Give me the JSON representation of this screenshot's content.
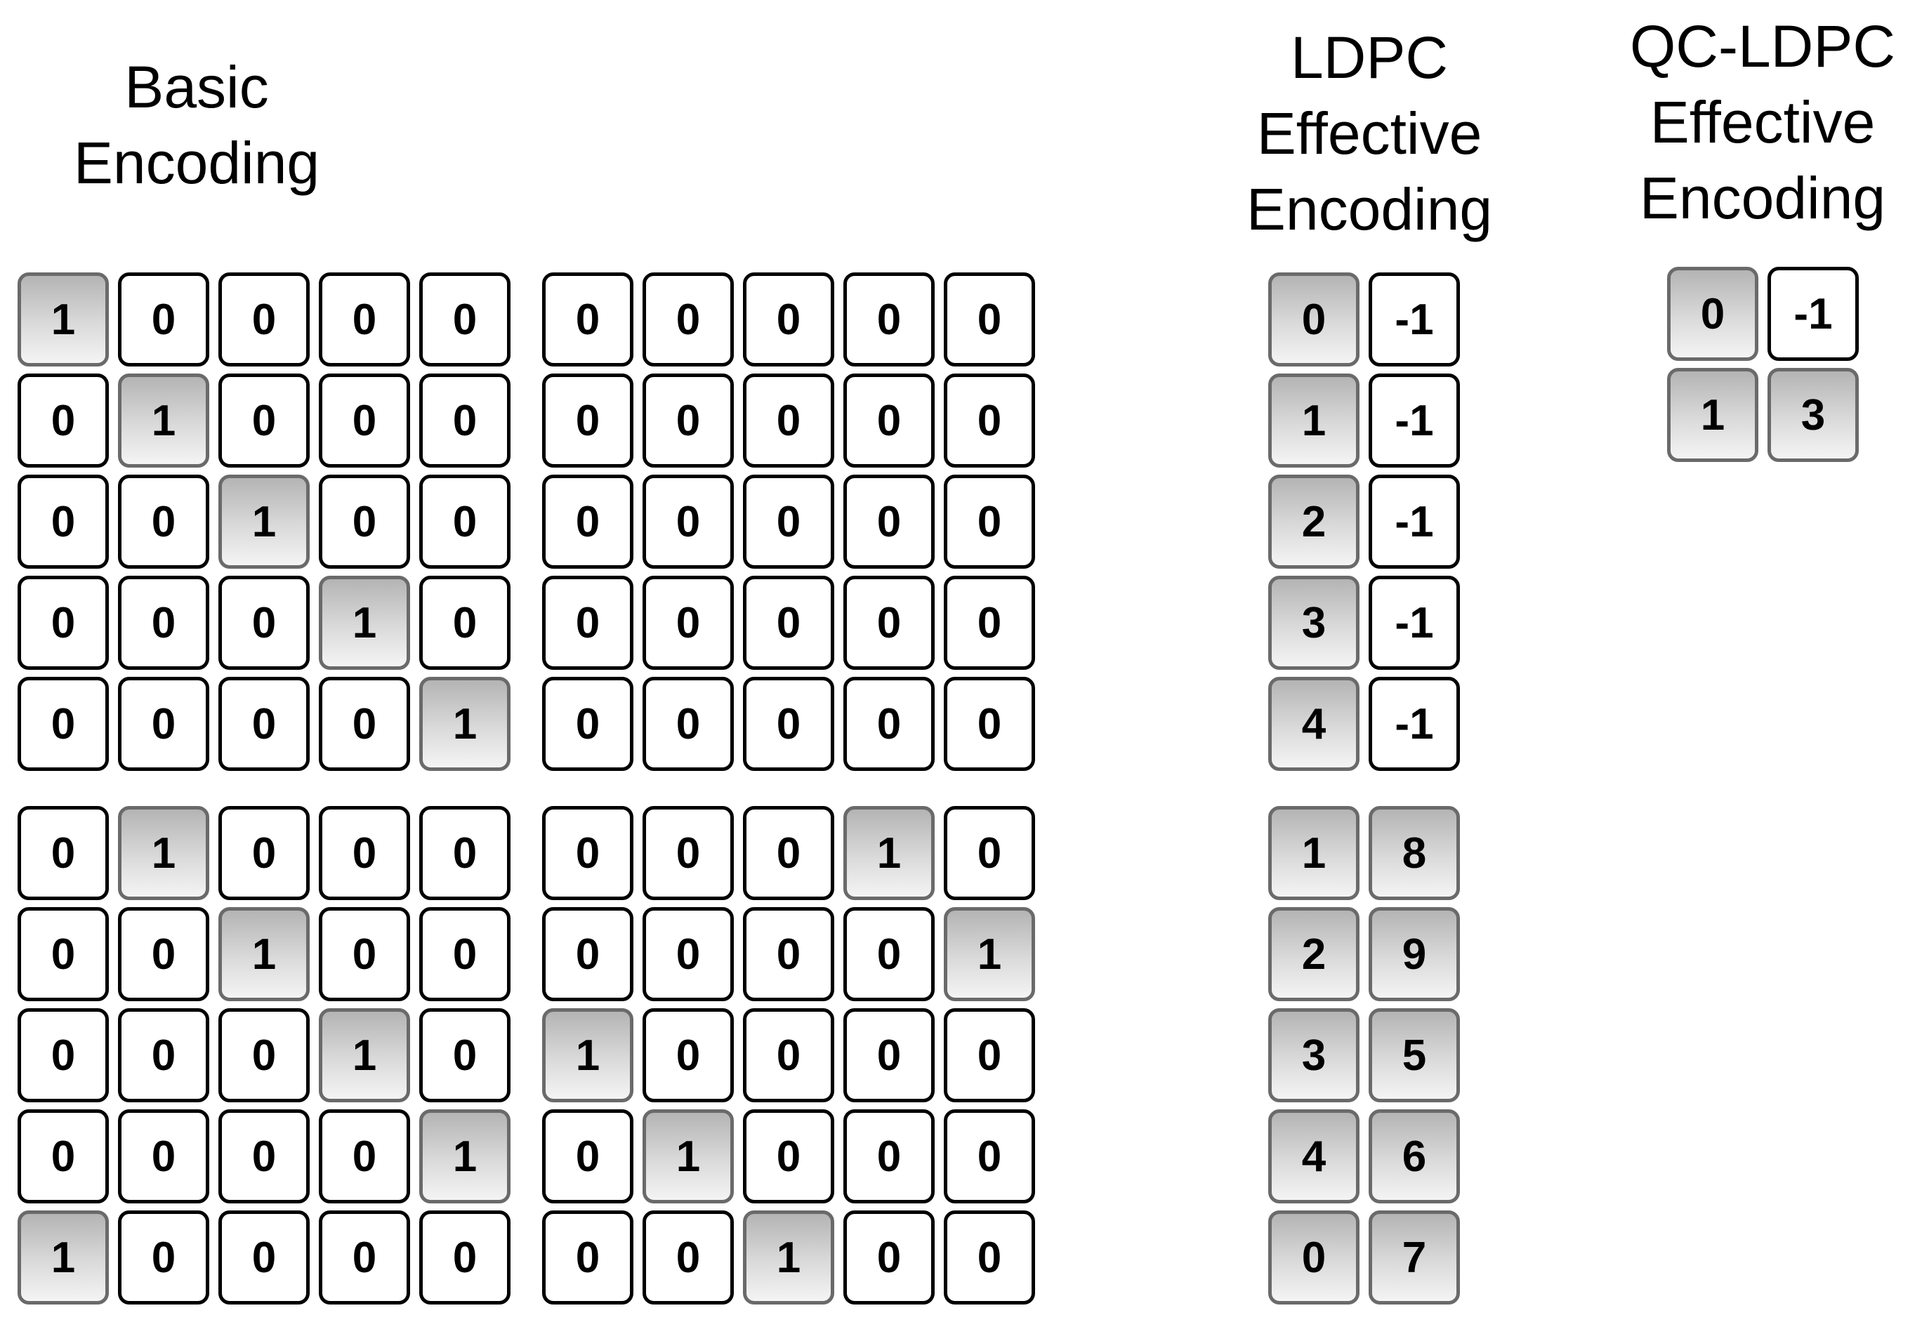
{
  "titles": {
    "basic": [
      "Basic",
      "Encoding"
    ],
    "ldpc": [
      "LDPC",
      "Effective",
      "Encoding"
    ],
    "qc": [
      "QC-LDPC",
      "Effective",
      "Encoding"
    ]
  },
  "basic_top_left": [
    [
      "1",
      "0",
      "0",
      "0",
      "0"
    ],
    [
      "0",
      "1",
      "0",
      "0",
      "0"
    ],
    [
      "0",
      "0",
      "1",
      "0",
      "0"
    ],
    [
      "0",
      "0",
      "0",
      "1",
      "0"
    ],
    [
      "0",
      "0",
      "0",
      "0",
      "1"
    ]
  ],
  "basic_top_right": [
    [
      "0",
      "0",
      "0",
      "0",
      "0"
    ],
    [
      "0",
      "0",
      "0",
      "0",
      "0"
    ],
    [
      "0",
      "0",
      "0",
      "0",
      "0"
    ],
    [
      "0",
      "0",
      "0",
      "0",
      "0"
    ],
    [
      "0",
      "0",
      "0",
      "0",
      "0"
    ]
  ],
  "basic_bottom_left": [
    [
      "0",
      "1",
      "0",
      "0",
      "0"
    ],
    [
      "0",
      "0",
      "1",
      "0",
      "0"
    ],
    [
      "0",
      "0",
      "0",
      "1",
      "0"
    ],
    [
      "0",
      "0",
      "0",
      "0",
      "1"
    ],
    [
      "1",
      "0",
      "0",
      "0",
      "0"
    ]
  ],
  "basic_bottom_right": [
    [
      "0",
      "0",
      "0",
      "1",
      "0"
    ],
    [
      "0",
      "0",
      "0",
      "0",
      "1"
    ],
    [
      "1",
      "0",
      "0",
      "0",
      "0"
    ],
    [
      "0",
      "1",
      "0",
      "0",
      "0"
    ],
    [
      "0",
      "0",
      "1",
      "0",
      "0"
    ]
  ],
  "ldpc_top": [
    [
      "0",
      "-1"
    ],
    [
      "1",
      "-1"
    ],
    [
      "2",
      "-1"
    ],
    [
      "3",
      "-1"
    ],
    [
      "4",
      "-1"
    ]
  ],
  "ldpc_bottom": [
    [
      "1",
      "8"
    ],
    [
      "2",
      "9"
    ],
    [
      "3",
      "5"
    ],
    [
      "4",
      "6"
    ],
    [
      "0",
      "7"
    ]
  ],
  "qc": [
    [
      "0",
      "-1"
    ],
    [
      "1",
      "3"
    ]
  ],
  "colors": {
    "highlight_top": "#b4b4b4",
    "highlight_bottom": "#f4f4f4",
    "highlight_border": "#6a6a6a",
    "cell_border": "#000000",
    "cell_fill": "#ffffff"
  }
}
